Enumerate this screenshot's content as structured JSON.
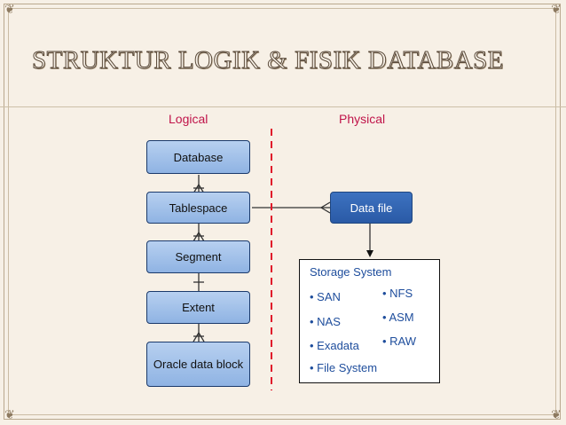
{
  "title": "STRUKTUR LOGIK & FISIK DATABASE",
  "labels": {
    "logical": "Logical",
    "physical": "Physical"
  },
  "logical_boxes": [
    "Database",
    "Tablespace",
    "Segment",
    "Extent",
    "Oracle data block"
  ],
  "physical_box": "Data file",
  "storage": {
    "heading": "Storage System",
    "left_items": [
      "• SAN",
      "• NAS",
      "• Exadata",
      "• File System"
    ],
    "right_items": [
      "• NFS",
      "• ASM",
      "• RAW"
    ]
  },
  "colors": {
    "label": "#c0144a",
    "box_light": "#a4c2ea",
    "box_dark": "#3366b8",
    "divider": "#e0182b",
    "storage_text": "#1e4d9c"
  }
}
